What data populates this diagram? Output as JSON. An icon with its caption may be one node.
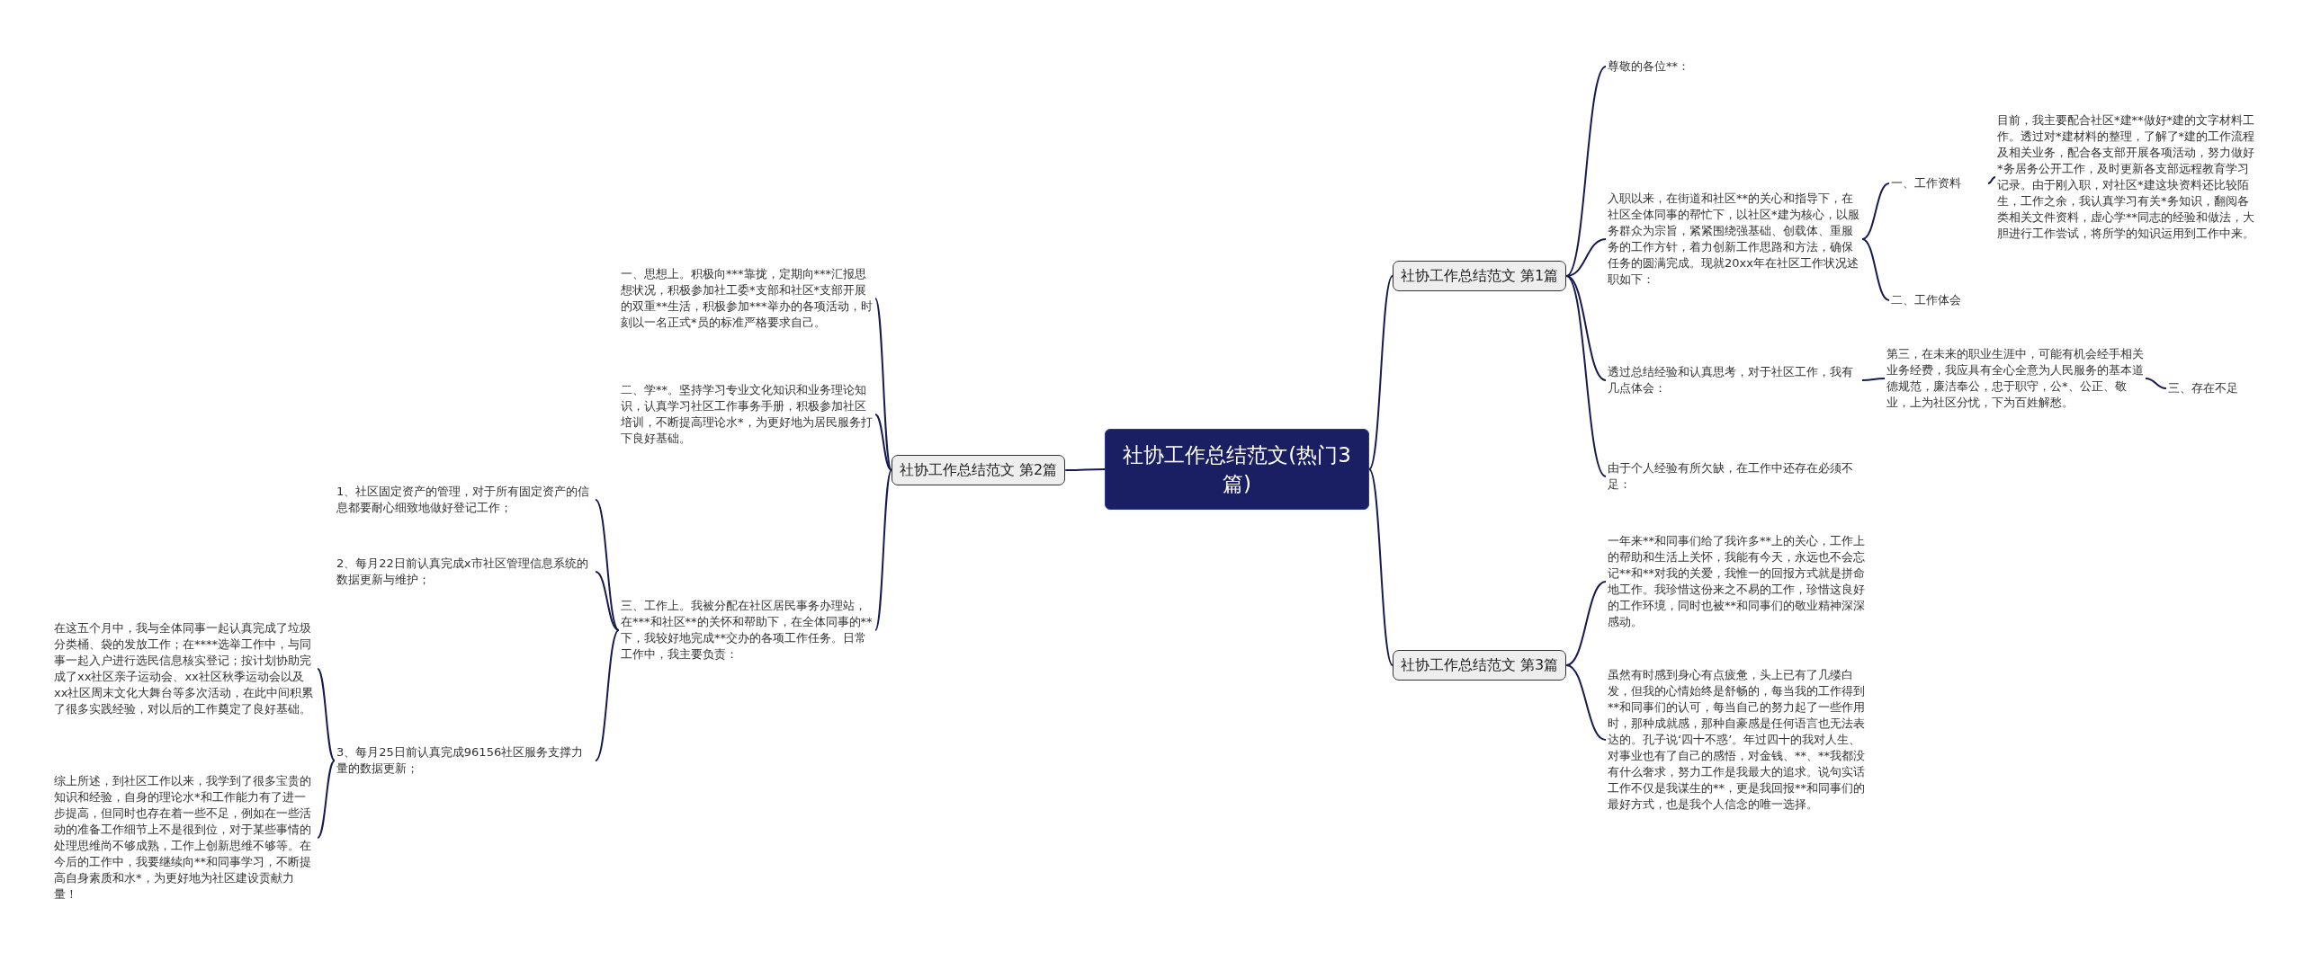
{
  "diagram": {
    "nodes": [
      {
        "text": [
          "社协工作总结范文(热门3篇)"
        ]
      },
      {
        "text": [
          "社协工作总结范文 第1篇"
        ]
      },
      {
        "text": [
          "尊敬的各位**："
        ]
      },
      {
        "text": [
          "入职以来，在街道和社区**的关心和指导下，在社区全体同事的帮忙下，以社区*建为核心，以服务群众为宗旨，紧紧围绕强基础、创载体、重服务的工作方针，着力创新工作思路和方法，确保任务的圆满完成。现就20xx年在社区工作状况述职如下："
        ]
      },
      {
        "text": [
          "一、工作资料"
        ]
      },
      {
        "text": [
          "目前，我主要配合社区*建**做好*建的文字材料工作。透过对*建材料的整理，了解了*建的工作流程及相关业务，配合各支部开展各项活动，努力做好*务居务公开工作，及时更新各支部远程教育学习记录。由于刚入职，对社区*建这块资料还比较陌生，工作之余，我认真学习有关*务知识，翻阅各类相关文件资料，虚心学**同志的经验和做法，大胆进行工作尝试，将所学的知识运用到工作中来。"
        ]
      },
      {
        "text": [
          "二、工作体会"
        ]
      },
      {
        "text": [
          "透过总结经验和认真思考，对于社区工作，我有几点体会："
        ]
      },
      {
        "text": [
          "第三，在未来的职业生涯中，可能有机会经手相关业务经费，我应具有全心全意为人民服务的基本道德规范，廉洁奉公，忠于职守，公*、公正、敬业，上为社区分忧，下为百姓解愁。"
        ]
      },
      {
        "text": [
          "三、存在不足"
        ]
      },
      {
        "text": [
          "由于个人经验有所欠缺，在工作中还存在必须不足："
        ]
      },
      {
        "text": [
          "社协工作总结范文 第2篇"
        ]
      },
      {
        "text": [
          "一、思想上。积极向***靠拢，定期向***汇报思想状况，积极参加社工委*支部和社区*支部开展的双重**生活，积极参加***举办的各项活动，时刻以一名正式*员的标准严格要求自己。"
        ]
      },
      {
        "text": [
          "二、学**。坚持学习专业文化知识和业务理论知识，认真学习社区工作事务手册，积极参加社区培训，不断提高理论水*，为更好地为居民服务打下良好基础。"
        ]
      },
      {
        "text": [
          "三、工作上。我被分配在社区居民事务办理站，在***和社区**的关怀和帮助下，在全体同事的**下，我较好地完成**交办的各项工作任务。日常工作中，我主要负责："
        ]
      },
      {
        "text": [
          "1、社区固定资产的管理，对于所有固定资产的信息都要耐心细致地做好登记工作；"
        ]
      },
      {
        "text": [
          "2、每月22日前认真完成x市社区管理信息系统的数据更新与维护；"
        ]
      },
      {
        "text": [
          "3、每月25日前认真完成96156社区服务支撑力量的数据更新；"
        ]
      },
      {
        "text": [
          "在这五个月中，我与全体同事一起认真完成了垃圾分类桶、袋的发放工作；在****选举工作中，与同事一起入户进行选民信息核实登记；按计划协助完成了xx社区亲子运动会、xx社区秋季运动会以及xx社区周末文化大舞台等多次活动，在此中间积累了很多实践经验，对以后的工作奠定了良好基础。"
        ]
      },
      {
        "text": [
          "综上所述，到社区工作以来，我学到了很多宝贵的知识和经验，自身的理论水*和工作能力有了进一步提高，但同时也存在着一些不足，例如在一些活动的准备工作细节上不是很到位，对于某些事情的处理思维尚不够成熟，工作上创新思维不够等。在今后的工作中，我要继续向**和同事学习，不断提高自身素质和水*，为更好地为社区建设贡献力量！"
        ]
      },
      {
        "text": [
          "社协工作总结范文 第3篇"
        ]
      },
      {
        "text": [
          "一年来**和同事们给了我许多**上的关心，工作上的帮助和生活上关怀，我能有今天，永远也不会忘记**和**对我的关爱，我惟一的回报方式就是拼命地工作。我珍惜这份来之不易的工作，珍惜这良好的工作环境，同时也被**和同事们的敬业精神深深感动。"
        ]
      },
      {
        "text": [
          "虽然有时感到身心有点疲惫，头上已有了几缕白发，但我的心情始终是舒畅的，每当我的工作得到**和同事们的认可，每当自己的努力起了一些作用时，那种成就感，那种自豪感是任何语言也无法表达的。孔子说‘四十不惑’。年过四十的我对人生、对事业也有了自己的感悟，对金钱、**、**我都没有什么奢求，努力工作是我最大的追求。说句实话工作不仅是我谋生的**，更是我回报**和同事们的最好方式，也是我个人信念的唯一选择。"
        ]
      }
    ],
    "edges": [
      {
        "from": 0,
        "to": 1,
        "arrow": "none"
      },
      {
        "from": 1,
        "to": 2,
        "arrow": "none"
      },
      {
        "from": 1,
        "to": 3,
        "arrow": "none"
      },
      {
        "from": 3,
        "to": 4,
        "arrow": "none"
      },
      {
        "from": 4,
        "to": 5,
        "arrow": "none"
      },
      {
        "from": 3,
        "to": 6,
        "arrow": "none"
      },
      {
        "from": 1,
        "to": 7,
        "arrow": "none"
      },
      {
        "from": 7,
        "to": 8,
        "arrow": "none"
      },
      {
        "from": 8,
        "to": 9,
        "arrow": "none"
      },
      {
        "from": 1,
        "to": 10,
        "arrow": "none"
      },
      {
        "from": 0,
        "to": 11,
        "arrow": "none"
      },
      {
        "from": 11,
        "to": 12,
        "arrow": "none"
      },
      {
        "from": 11,
        "to": 13,
        "arrow": "none"
      },
      {
        "from": 11,
        "to": 14,
        "arrow": "none"
      },
      {
        "from": 14,
        "to": 15,
        "arrow": "none"
      },
      {
        "from": 14,
        "to": 16,
        "arrow": "none"
      },
      {
        "from": 14,
        "to": 17,
        "arrow": "none"
      },
      {
        "from": 17,
        "to": 18,
        "arrow": "none"
      },
      {
        "from": 17,
        "to": 19,
        "arrow": "none"
      },
      {
        "from": 0,
        "to": 20,
        "arrow": "none"
      },
      {
        "from": 20,
        "to": 21,
        "arrow": "none"
      },
      {
        "from": 20,
        "to": 22,
        "arrow": "none"
      }
    ]
  }
}
